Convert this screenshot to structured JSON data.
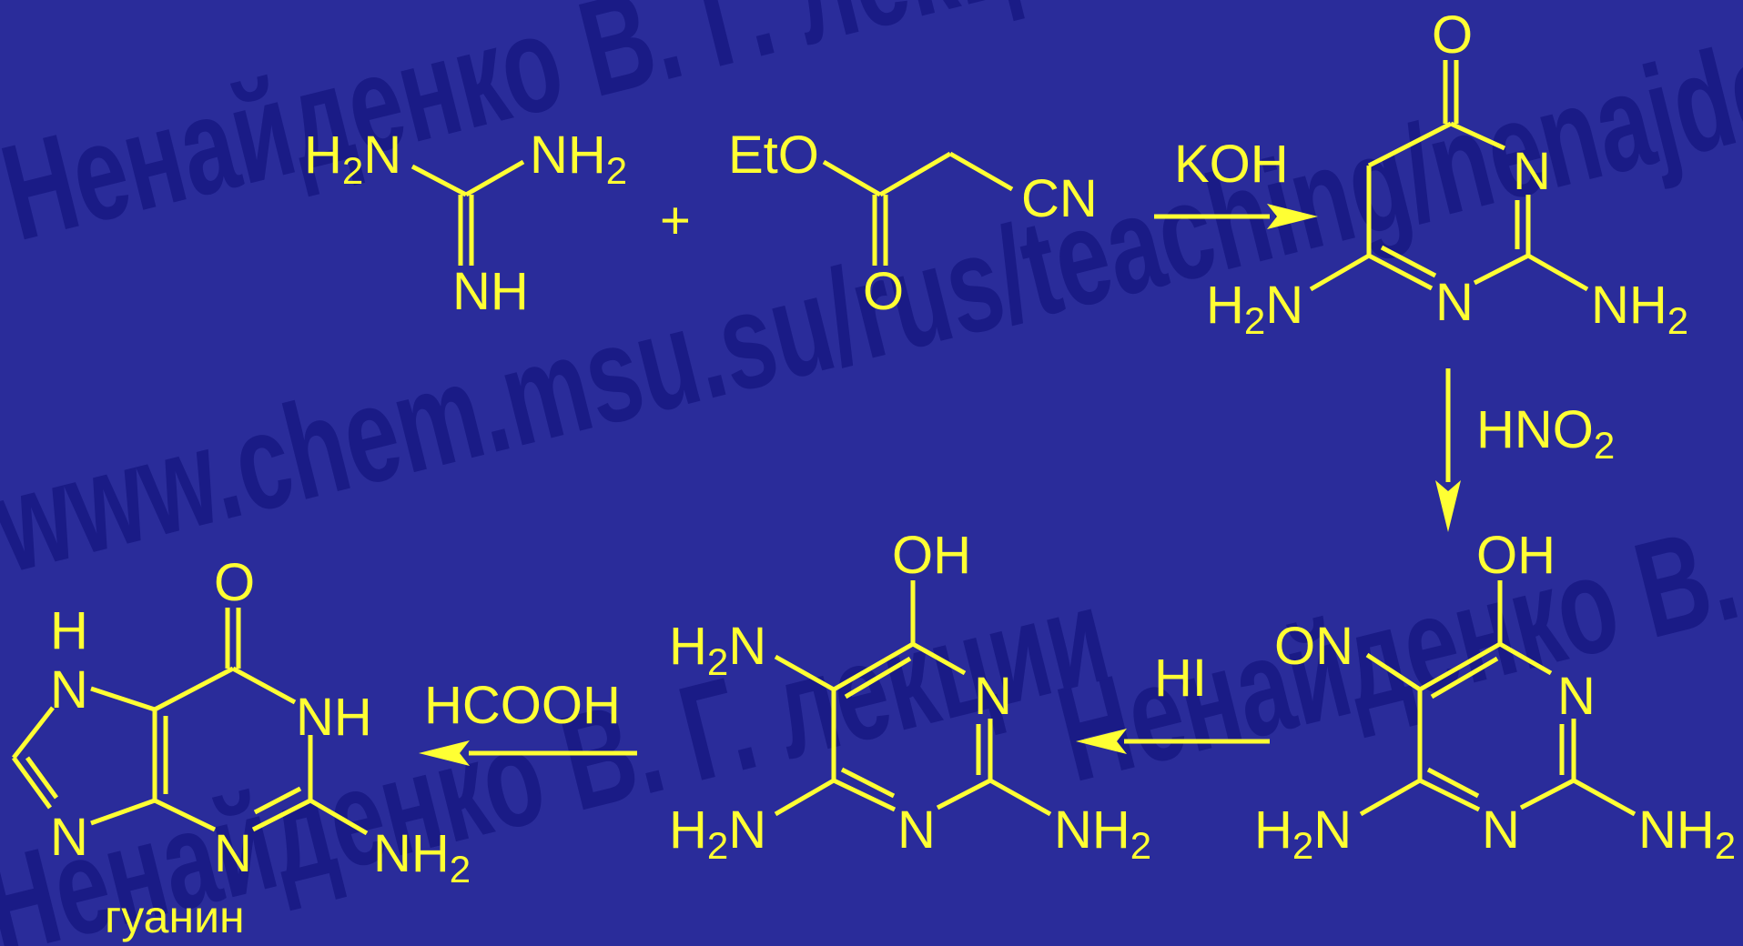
{
  "watermarks": [
    "Ненайденко В. Г. лекции",
    "www.chem.msu.su/rus/teaching/nenajdenko",
    "Ненайденко В. Г. лекции",
    "Ненайденко В. Г. лекции"
  ],
  "colors": {
    "background": "#2a2c9a",
    "watermark": "#1a1b86",
    "foreground": "#ffff33"
  },
  "reagents": {
    "plus": "+",
    "koh": "KOH",
    "hno2": "HNO",
    "hno2_sub": "2",
    "hi": "HI",
    "hcooh": "HCOOH"
  },
  "guanidine": {
    "h2n_h": "H",
    "h2n_sub": "2",
    "h2n_n": "N",
    "nh2_nh": "NH",
    "nh2_sub": "2",
    "nh": "NH"
  },
  "cyanoacetate": {
    "eto": "EtO",
    "o": "O",
    "cn": "CN"
  },
  "product1": {
    "o": "O",
    "n3": "N",
    "n1": "N",
    "h2n_h": "H",
    "h2n_sub": "2",
    "h2n_n": "N",
    "nh2_nh": "NH",
    "nh2_sub": "2"
  },
  "product2": {
    "oh": "OH",
    "on": "ON",
    "n3": "N",
    "n1": "N",
    "h2n_h": "H",
    "h2n_sub": "2",
    "h2n_n": "N",
    "nh2_nh": "NH",
    "nh2_sub": "2"
  },
  "product3": {
    "oh": "OH",
    "n3": "N",
    "n1": "N",
    "h2n5_h": "H",
    "h2n5_sub": "2",
    "h2n5_n": "N",
    "h2n4_h": "H",
    "h2n4_sub": "2",
    "h2n4_n": "N",
    "nh2_nh": "NH",
    "nh2_sub": "2"
  },
  "guanine": {
    "o": "O",
    "h": "H",
    "n7": "N",
    "n9": "N",
    "nh": "NH",
    "n3": "N",
    "nh2_nh": "NH",
    "nh2_sub": "2",
    "name": "гуанин"
  }
}
